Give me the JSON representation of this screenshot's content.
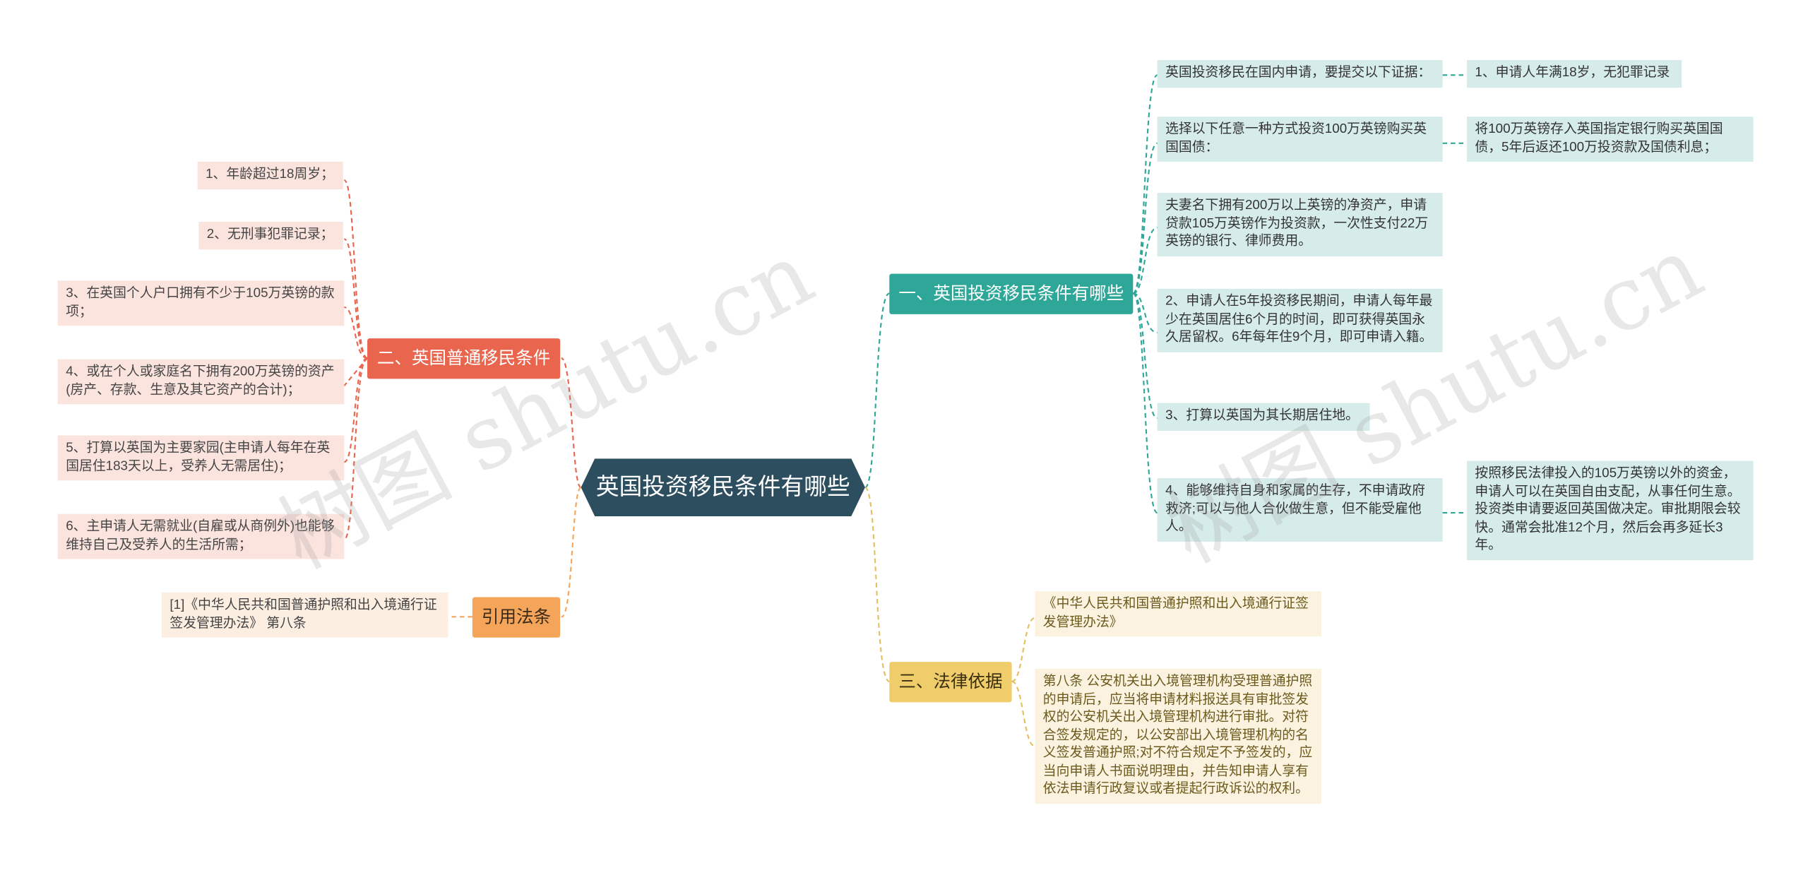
{
  "center": "英国投资移民条件有哪些",
  "watermarks": [
    "树图 shutu.cn",
    "树图 shutu.cn"
  ],
  "branches": {
    "general": {
      "label": "二、英国普通移民条件",
      "items": [
        "1、年龄超过18周岁；",
        "2、无刑事犯罪记录；",
        "3、在英国个人户口拥有不少于105万英镑的款项；",
        "4、或在个人或家庭名下拥有200万英镑的资产(房产、存款、生意及其它资产的合计)；",
        "5、打算以英国为主要家园(主申请人每年在英国居住183天以上，受养人无需居住)；",
        "6、主申请人无需就业(自雇或从商例外)也能够维持自己及受养人的生活所需；"
      ]
    },
    "citation": {
      "label": "引用法条",
      "items": [
        "[1]《中华人民共和国普通护照和出入境通行证签发管理办法》 第八条"
      ]
    },
    "investment": {
      "label": "一、英国投资移民条件有哪些",
      "items": [
        {
          "text": "英国投资移民在国内申请，要提交以下证据：",
          "child": "1、申请人年满18岁，无犯罪记录"
        },
        {
          "text": "选择以下任意一种方式投资100万英镑购买英国国债：",
          "child": "将100万英镑存入英国指定银行购买英国国债，5年后返还100万投资款及国债利息；"
        },
        {
          "text": "夫妻名下拥有200万以上英镑的净资产，申请贷款105万英镑作为投资款，一次性支付22万英镑的银行、律师费用。"
        },
        {
          "text": "2、申请人在5年投资移民期间，申请人每年最少在英国居住6个月的时间，即可获得英国永久居留权。6年每年住9个月，即可申请入籍。"
        },
        {
          "text": "3、打算以英国为其长期居住地。"
        },
        {
          "text": "4、能够维持自身和家属的生存，不申请政府救济;可以与他人合伙做生意，但不能受雇他人。",
          "child": "按照移民法律投入的105万英镑以外的资金，申请人可以在英国自由支配，从事任何生意。投资类申请要返回英国做决定。审批期限会较快。通常会批准12个月，然后会再多延长3年。"
        }
      ]
    },
    "legal": {
      "label": "三、法律依据",
      "items": [
        "《中华人民共和国普通护照和出入境通行证签发管理办法》",
        "第八条 公安机关出入境管理机构受理普通护照的申请后，应当将申请材料报送具有审批签发权的公安机关出入境管理机构进行审批。对符合签发规定的，以公安部出入境管理机构的名义签发普通护照;对不符合规定不予签发的，应当向申请人书面说明理由，并告知申请人享有依法申请行政复议或者提起行政诉讼的权利。"
      ]
    }
  },
  "colors": {
    "center": "#2d4e5e",
    "general": "#e9654e",
    "investment": "#2ea799",
    "citation": "#f4a55a",
    "legal": "#f0cd6b"
  }
}
